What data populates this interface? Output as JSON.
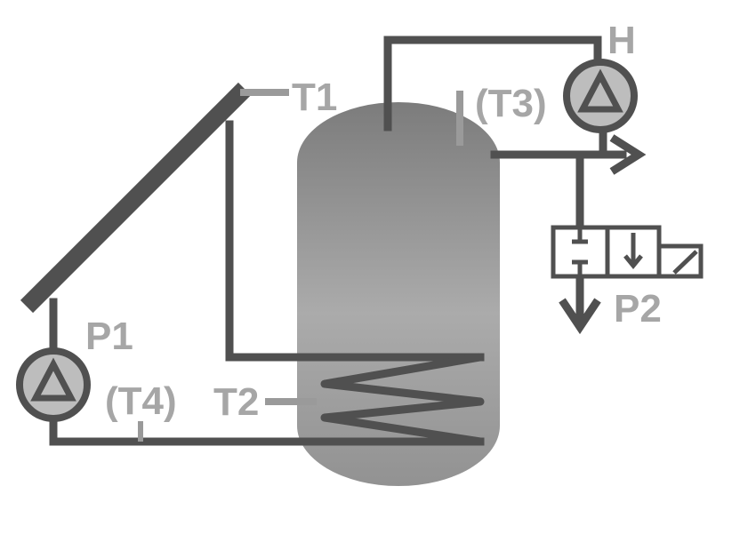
{
  "labels": {
    "t1": "T1",
    "t2": "T2",
    "t3": "(T3)",
    "t4": "(T4)",
    "p1": "P1",
    "p2": "P2",
    "h": "H"
  },
  "colors": {
    "pipe": "#505050",
    "label": "#a6a6a6",
    "sensor": "#9a9a9a",
    "tank_top": "#7c7c7c",
    "tank_mid": "#ababab",
    "tank_bottom": "#929292",
    "pump_fill": "#bdbdbd",
    "valve_fill": "#ffffff"
  },
  "icons": {
    "pump_p1": "pump-icon",
    "pump_h": "pump-icon",
    "valve_p2": "solenoid-valve-icon",
    "outlet_arrow": "arrow-right-icon",
    "drain_arrow": "arrow-down-icon"
  }
}
